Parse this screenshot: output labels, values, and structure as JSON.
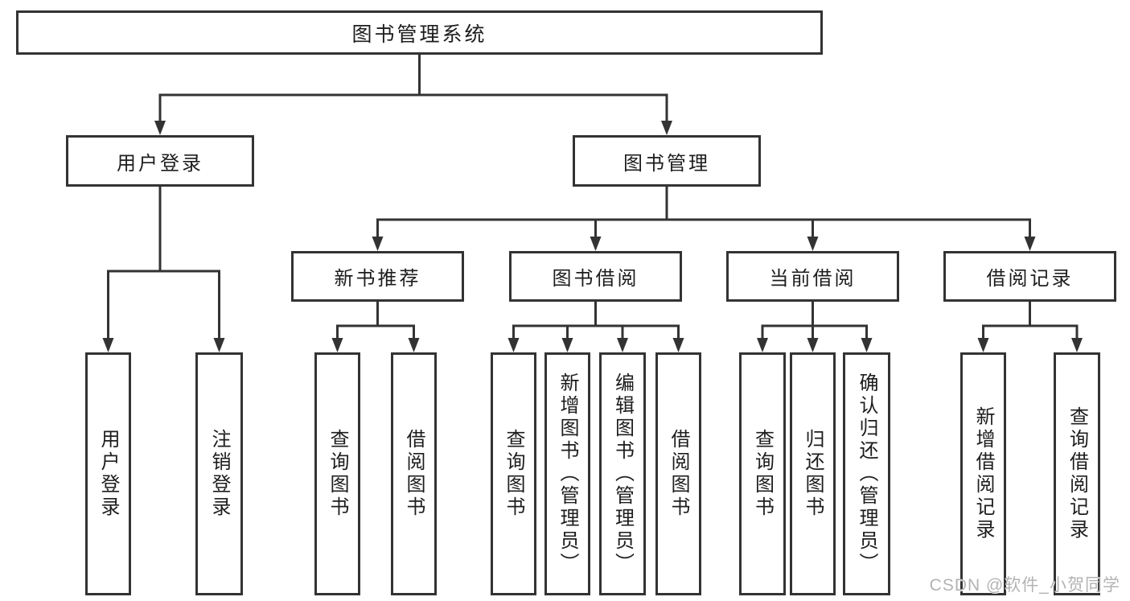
{
  "colors": {
    "line": "#333333",
    "box_bg": "#ffffff",
    "text": "#1d1d1d",
    "watermark": "#b3b3b3",
    "background": "#ffffff"
  },
  "watermark": {
    "text": "CSDN @软件_小贺同学"
  },
  "tree": {
    "label": "图书管理系统",
    "children": [
      {
        "label": "用户登录",
        "children": [
          {
            "label": "用户登录"
          },
          {
            "label": "注销登录"
          }
        ]
      },
      {
        "label": "图书管理",
        "children": [
          {
            "label": "新书推荐",
            "children": [
              {
                "label": "查询图书"
              },
              {
                "label": "借阅图书"
              }
            ]
          },
          {
            "label": "图书借阅",
            "children": [
              {
                "label": "查询图书"
              },
              {
                "label": "新增图书（管理员）"
              },
              {
                "label": "编辑图书（管理员）"
              },
              {
                "label": "借阅图书"
              }
            ]
          },
          {
            "label": "当前借阅",
            "children": [
              {
                "label": "查询图书"
              },
              {
                "label": "归还图书"
              },
              {
                "label": "确认归还（管理员）"
              }
            ]
          },
          {
            "label": "借阅记录",
            "children": [
              {
                "label": "新增借阅记录"
              },
              {
                "label": "查询借阅记录"
              }
            ]
          }
        ]
      }
    ]
  }
}
